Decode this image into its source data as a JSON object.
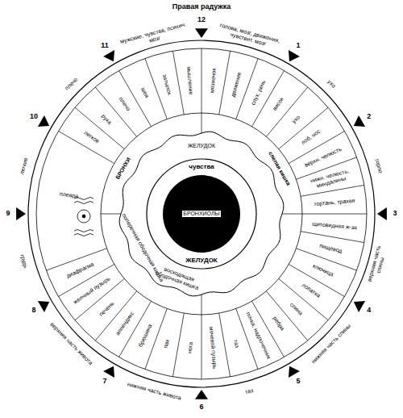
{
  "diagram": {
    "title": "Правая радужка",
    "labels": [
      "12",
      "1",
      "2",
      "3",
      "4",
      "5",
      "6",
      "7",
      "8",
      "9",
      "10",
      "11",
      "голова, мозг, движения, чувствит. мозг",
      "ухо",
      "горло",
      "верхняя часть спины",
      "нижняя часть спины",
      "таз",
      "нижняя часть живота",
      "верхняя часть живота",
      "грудь",
      "легкие",
      "плечо",
      "мужские, чувства, психич. мозг",
      "мозжечок",
      "движение",
      "слух, речь",
      "висок",
      "ухо",
      "лоб, нос",
      "верхн. челюсть",
      "нижн. челюсть, миндалины",
      "гортань, трахея",
      "щитовидная ж-за",
      "пищевод",
      "ключица",
      "лопатка",
      "спина",
      "ребра",
      "почка, надпочечник",
      "таз",
      "мочевой пузырь",
      "нога",
      "пах",
      "брюшина",
      "аппендикс",
      "печень",
      "желчный пузырь",
      "диафрагма",
      "плевра",
      "легкое",
      "рука",
      "плечо",
      "шея",
      "затылок",
      "мышление",
      "чувства",
      "ЖЕЛУДОК",
      "ЖЕЛУДОК",
      "поперечная ободочная кишка",
      "восходящая ободочная кишка",
      "слепая кишка",
      "БРОНХИ",
      "БРОНХИОЛЫ"
    ]
  }
}
